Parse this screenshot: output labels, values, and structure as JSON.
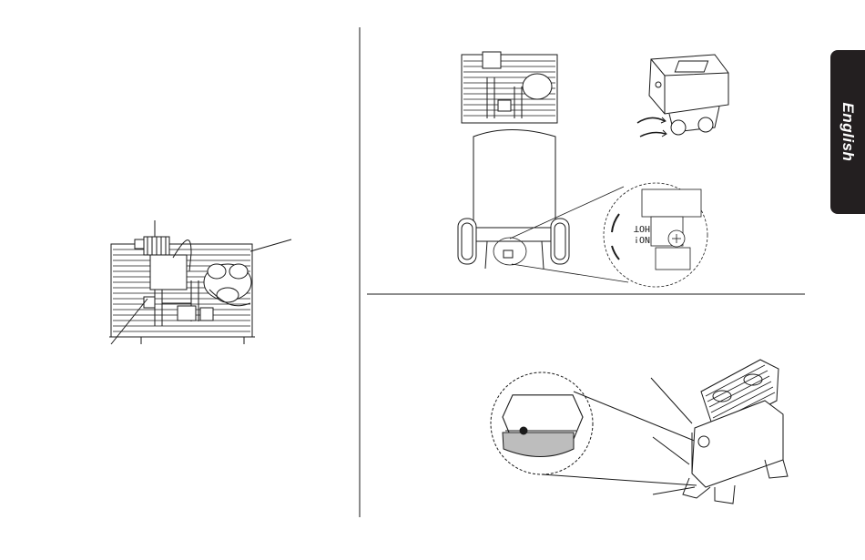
{
  "sidebar_tab": {
    "label": "English"
  },
  "colors": {
    "tab_background": "#231f20",
    "tab_text": "#ffffff",
    "line_art": "#1a1a1a"
  },
  "callout_valve_text": {
    "line1": "HOT",
    "line2": "NO!"
  },
  "icons": [
    "compressor-top-view",
    "compressor-vertical-tank",
    "pressure-switch",
    "drain-valve-detail",
    "pump-oil-sight-glass"
  ]
}
